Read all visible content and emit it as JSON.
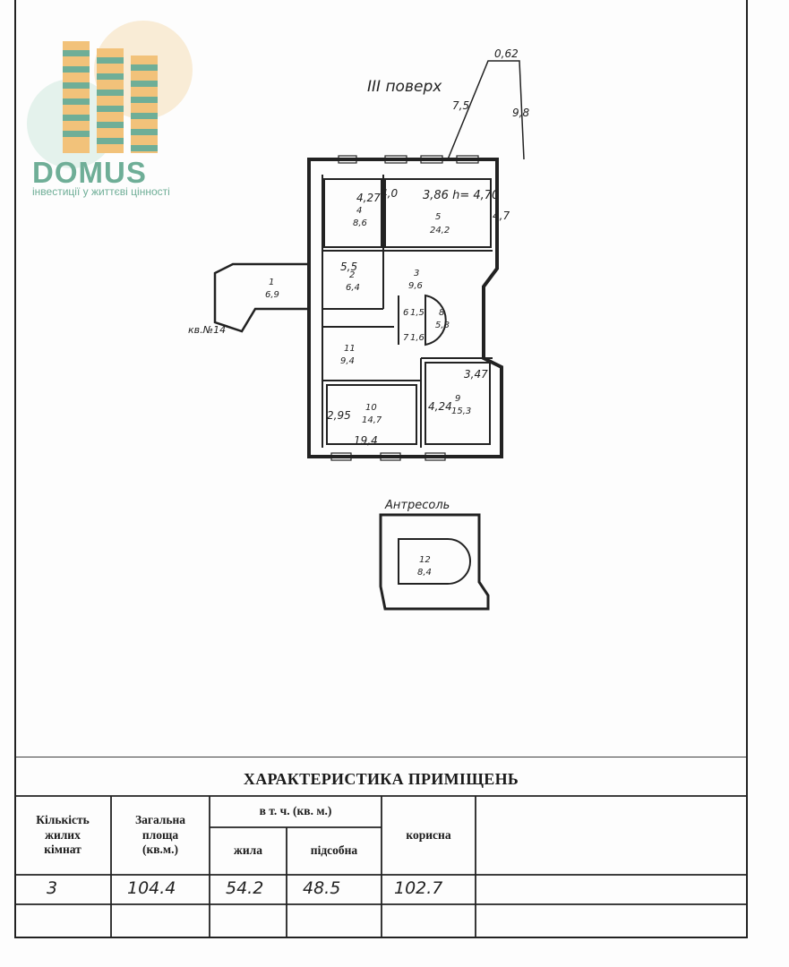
{
  "logo": {
    "name": "DOMUS",
    "tagline": "інвестиції у життєві цінності",
    "colors": {
      "green": "#6fae97",
      "orange": "#f2c27a"
    }
  },
  "plan": {
    "floor_label": "III поверх",
    "mezzanine_label": "Антресоль",
    "neighbor_label": "кв.№14",
    "height_note": "3,86 h= 4,70",
    "dims": [
      "0,62",
      "7,5",
      "9,8",
      "4,27",
      "5,5",
      "2,95",
      "4,24",
      "3,47",
      "19,4",
      "4,7",
      "4,0"
    ],
    "rooms": [
      {
        "no": "1",
        "area": "6,9"
      },
      {
        "no": "2",
        "area": "6,4"
      },
      {
        "no": "3",
        "area": "9,6"
      },
      {
        "no": "4",
        "area": "8,6"
      },
      {
        "no": "5",
        "area": "24,2"
      },
      {
        "no": "6",
        "area": "1,5"
      },
      {
        "no": "7",
        "area": "1,6"
      },
      {
        "no": "8",
        "area": "5,8"
      },
      {
        "no": "9",
        "area": "15,3"
      },
      {
        "no": "10",
        "area": "14,7"
      },
      {
        "no": "11",
        "area": "9,4"
      },
      {
        "no": "12",
        "area": "8,4"
      }
    ]
  },
  "table": {
    "title": "ХАРАКТЕРИСТИКА ПРИМІЩЕНЬ",
    "headers": {
      "rooms_count": "Кількість\nжилих\nкімнат",
      "total_area": "Загальна\nплоща\n(кв.м.)",
      "including": "в т. ч. (кв. м.)",
      "living": "жила",
      "auxiliary": "підсобна",
      "useful": "корисна"
    },
    "values": {
      "rooms_count": "3",
      "total_area": "104.4",
      "living": "54.2",
      "auxiliary": "48.5",
      "useful": "102.7"
    }
  }
}
